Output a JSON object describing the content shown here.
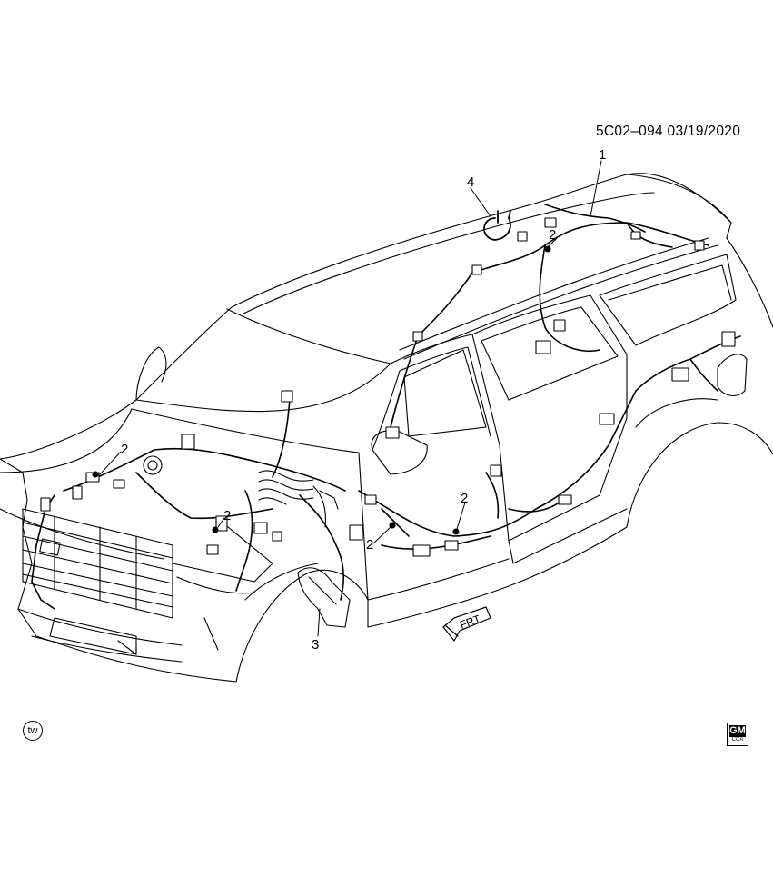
{
  "document": {
    "id_date": "5C02–094  03/19/2020"
  },
  "callouts": [
    {
      "number": "1"
    },
    {
      "number": "2"
    },
    {
      "number": "2"
    },
    {
      "number": "2"
    },
    {
      "number": "2"
    },
    {
      "number": "2"
    },
    {
      "number": "3"
    },
    {
      "number": "4"
    }
  ],
  "direction_arrow": {
    "label": "FRT"
  },
  "badges": {
    "tw": "tw"
  },
  "logo": {
    "name": "GM",
    "sub": "CCA"
  }
}
